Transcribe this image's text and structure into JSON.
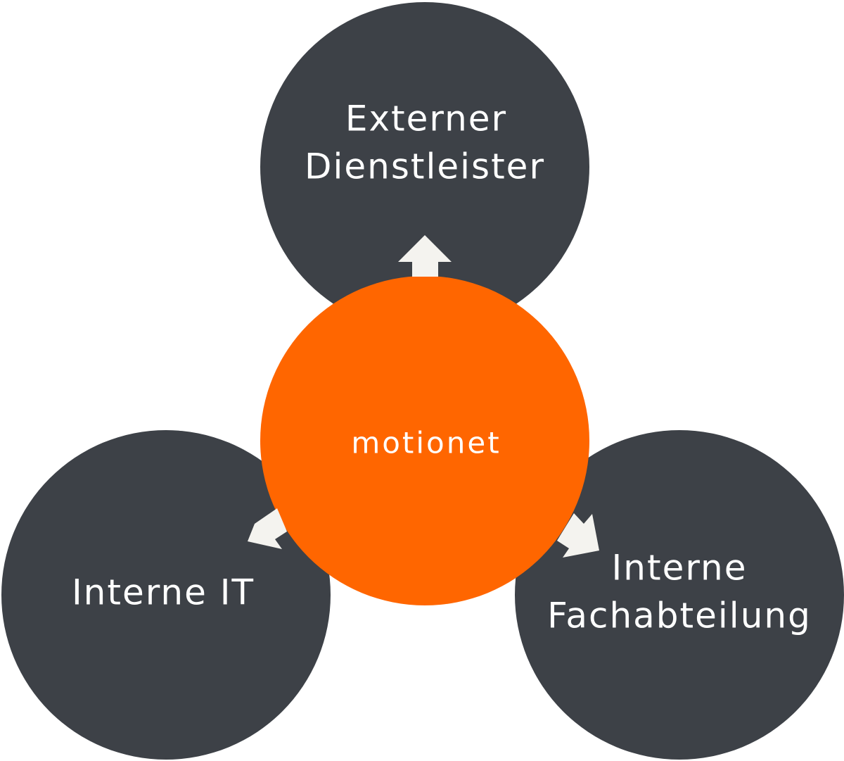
{
  "colors": {
    "outer_node": "#3d4147",
    "center_node": "#ff6600",
    "arrow": "#f4f3ef",
    "label": "#ffffff"
  },
  "center": {
    "label": "motionet"
  },
  "nodes": {
    "top": {
      "line1": "Externer",
      "line2": "Dienstleister"
    },
    "left": {
      "line1": "Interne IT"
    },
    "right": {
      "line1": "Interne",
      "line2": "Fachabteilung"
    }
  }
}
